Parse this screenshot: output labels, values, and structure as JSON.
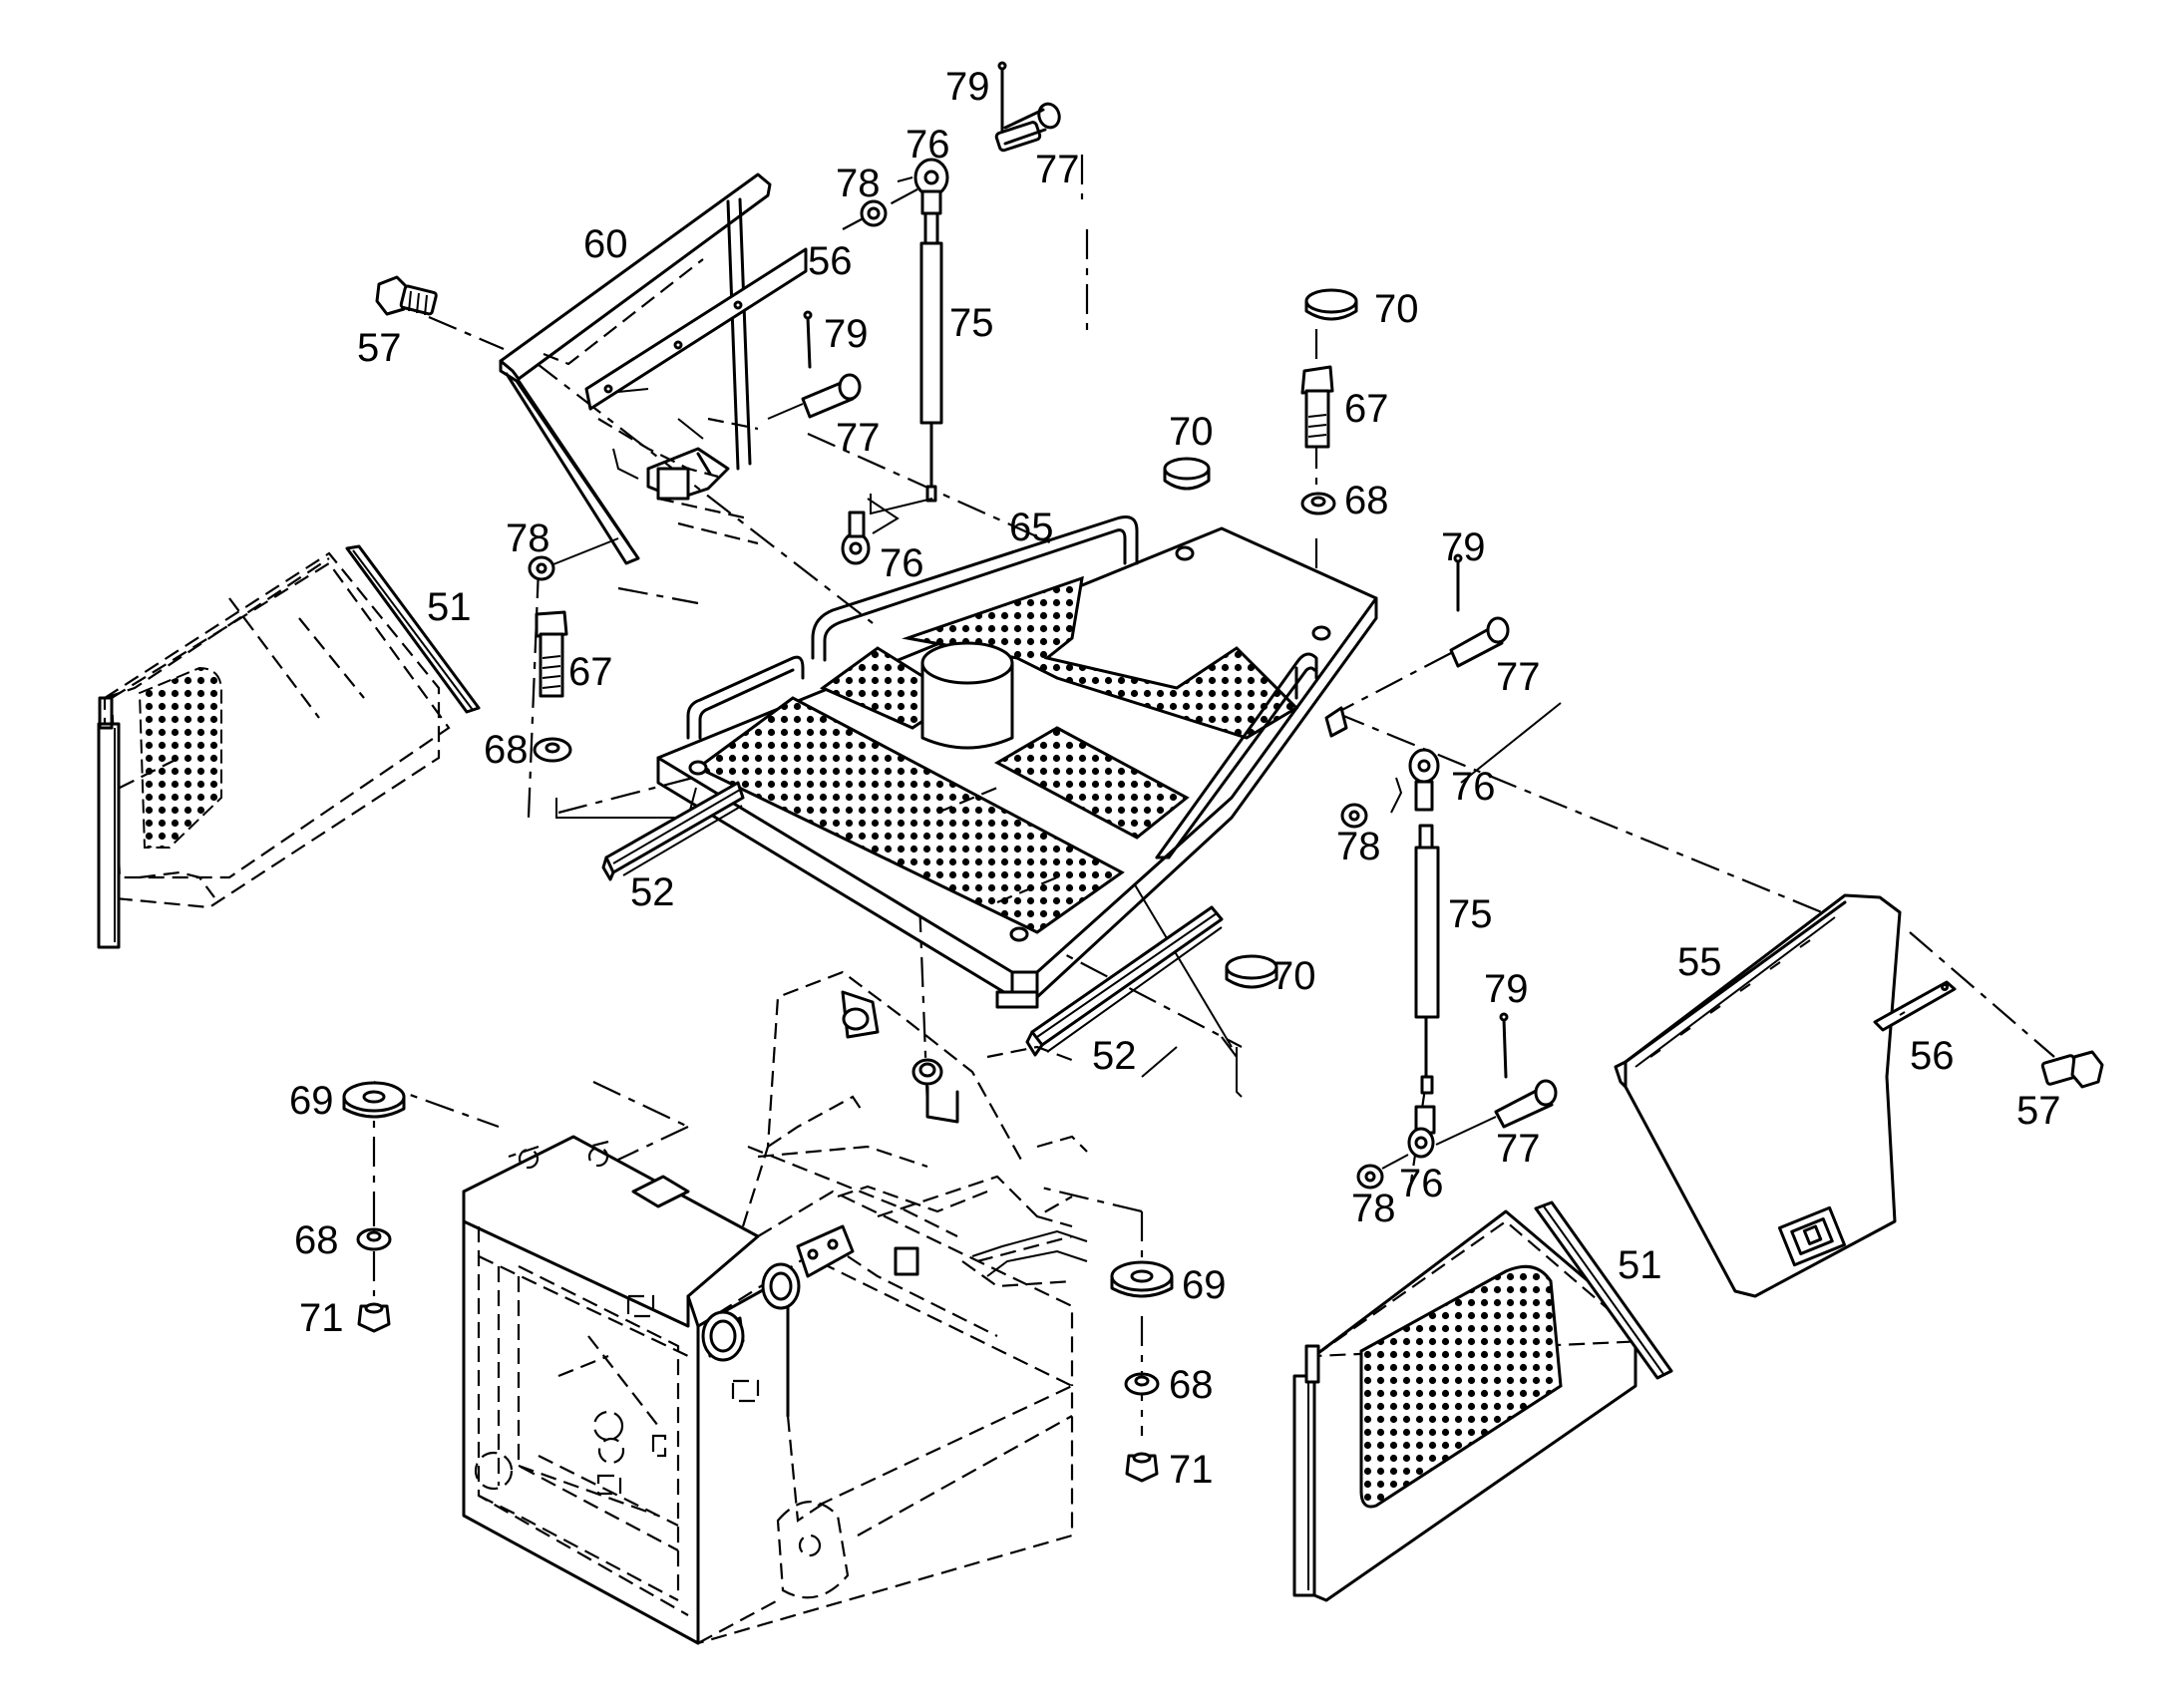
{
  "callouts": [
    {
      "id": "c79a",
      "text": "79"
    },
    {
      "id": "c76a",
      "text": "76"
    },
    {
      "id": "c77a",
      "text": "77"
    },
    {
      "id": "c78a",
      "text": "78"
    },
    {
      "id": "c60",
      "text": "60"
    },
    {
      "id": "c56a",
      "text": "56"
    },
    {
      "id": "c57a",
      "text": "57"
    },
    {
      "id": "c79b",
      "text": "79"
    },
    {
      "id": "c75a",
      "text": "75"
    },
    {
      "id": "c70a",
      "text": "70"
    },
    {
      "id": "c67a",
      "text": "67"
    },
    {
      "id": "c77b",
      "text": "77"
    },
    {
      "id": "c70b",
      "text": "70"
    },
    {
      "id": "c68a",
      "text": "68"
    },
    {
      "id": "c65",
      "text": "65"
    },
    {
      "id": "c78b",
      "text": "78"
    },
    {
      "id": "c76b",
      "text": "76"
    },
    {
      "id": "c79c",
      "text": "79"
    },
    {
      "id": "c51a",
      "text": "51"
    },
    {
      "id": "c67b",
      "text": "67"
    },
    {
      "id": "c77c",
      "text": "77"
    },
    {
      "id": "c68b",
      "text": "68"
    },
    {
      "id": "c76c",
      "text": "76"
    },
    {
      "id": "c78c",
      "text": "78"
    },
    {
      "id": "c52a",
      "text": "52"
    },
    {
      "id": "c75b",
      "text": "75"
    },
    {
      "id": "c55",
      "text": "55"
    },
    {
      "id": "c70c",
      "text": "70"
    },
    {
      "id": "c79d",
      "text": "79"
    },
    {
      "id": "c52b",
      "text": "52"
    },
    {
      "id": "c56b",
      "text": "56"
    },
    {
      "id": "c57b",
      "text": "57"
    },
    {
      "id": "c69a",
      "text": "69"
    },
    {
      "id": "c77d",
      "text": "77"
    },
    {
      "id": "c76d",
      "text": "76"
    },
    {
      "id": "c78d",
      "text": "78"
    },
    {
      "id": "c68c",
      "text": "68"
    },
    {
      "id": "c51b",
      "text": "51"
    },
    {
      "id": "c71a",
      "text": "71"
    },
    {
      "id": "c69b",
      "text": "69"
    },
    {
      "id": "c68d",
      "text": "68"
    },
    {
      "id": "c71b",
      "text": "71"
    }
  ]
}
